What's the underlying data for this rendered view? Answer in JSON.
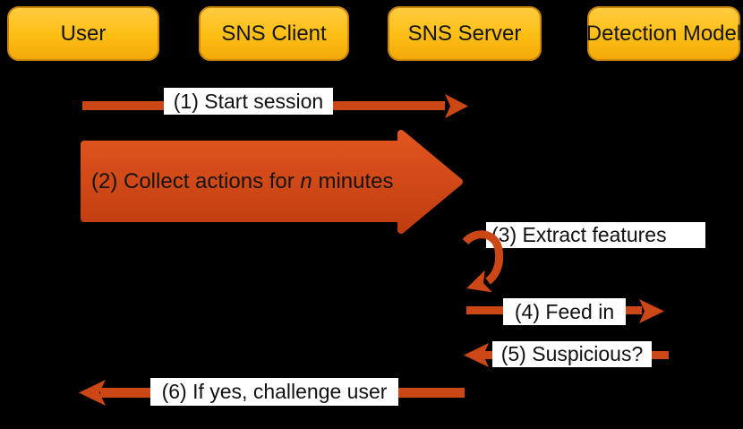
{
  "title": "Bot detection session flow diagram",
  "colors": {
    "background": "#000000",
    "node_fill_top": "#FFCB40",
    "node_fill_bottom": "#F4A90A",
    "node_border": "#C8860B",
    "arrow": "#CC4716",
    "big_arrow_top": "#E0551F",
    "big_arrow_bottom": "#C13D10",
    "label_bg": "#FFFFFF",
    "text": "#141414"
  },
  "nodes": [
    {
      "id": "user",
      "label": "User"
    },
    {
      "id": "sns-client",
      "label": "SNS Client"
    },
    {
      "id": "sns-server",
      "label": "SNS Server"
    },
    {
      "id": "detection-model",
      "label": "Detection Model"
    }
  ],
  "steps": [
    {
      "num": "1",
      "label": "(1) Start session",
      "from": "User",
      "to": "SNS Server",
      "direction": "right"
    },
    {
      "num": "2",
      "label_prefix": "(2) Collect actions for ",
      "label_italic": "n",
      "label_suffix": " minutes",
      "from": "User",
      "to": "SNS Server",
      "direction": "right",
      "style": "block-arrow"
    },
    {
      "num": "3",
      "label": "(3) Extract features",
      "at": "SNS Server",
      "style": "self-loop"
    },
    {
      "num": "4",
      "label": "(4) Feed in",
      "from": "SNS Server",
      "to": "Detection Model",
      "direction": "right"
    },
    {
      "num": "5",
      "label": "(5) Suspicious?",
      "from": "Detection Model",
      "to": "SNS Server",
      "direction": "left"
    },
    {
      "num": "6",
      "label": "(6) If yes, challenge user",
      "from": "SNS Server",
      "to": "User",
      "direction": "left"
    }
  ]
}
